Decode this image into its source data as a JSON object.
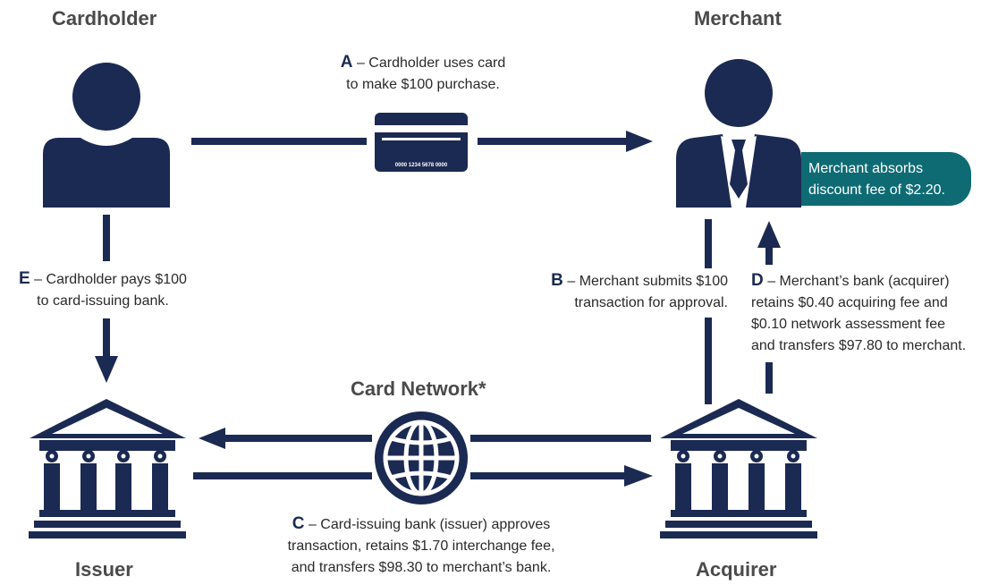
{
  "titles": {
    "cardholder": "Cardholder",
    "merchant": "Merchant",
    "issuer": "Issuer",
    "acquirer": "Acquirer",
    "card_network": "Card Network*"
  },
  "steps": {
    "A": {
      "letter": "A",
      "line1": "– Cardholder uses card",
      "line2": "to make $100 purchase."
    },
    "B": {
      "letter": "B",
      "line1": "– Merchant submits $100",
      "line2": "transaction for approval."
    },
    "C": {
      "letter": "C",
      "line1": "– Card-issuing bank (issuer) approves",
      "line2": "transaction, retains $1.70 interchange fee,",
      "line3": "and transfers $98.30 to merchant’s bank."
    },
    "D": {
      "letter": "D",
      "line1": "– Merchant’s bank (acquirer)",
      "line2": "retains $0.40 acquiring fee and",
      "line3": "$0.10 network assessment fee",
      "line4": "and transfers $97.80 to merchant."
    },
    "E": {
      "letter": "E",
      "line1": "– Cardholder pays $100",
      "line2": "to card-issuing bank."
    }
  },
  "callout": {
    "line1": "Merchant absorbs",
    "line2": "discount fee of $2.20."
  },
  "card": {
    "number": "0000 1234 5678 0000"
  },
  "colors": {
    "navy": "#1b2a52",
    "teal": "#0e6b73",
    "title_gray": "#4a4a4a"
  },
  "icons": [
    "person-icon",
    "businessman-icon",
    "credit-card-icon",
    "globe-icon",
    "bank-icon"
  ]
}
